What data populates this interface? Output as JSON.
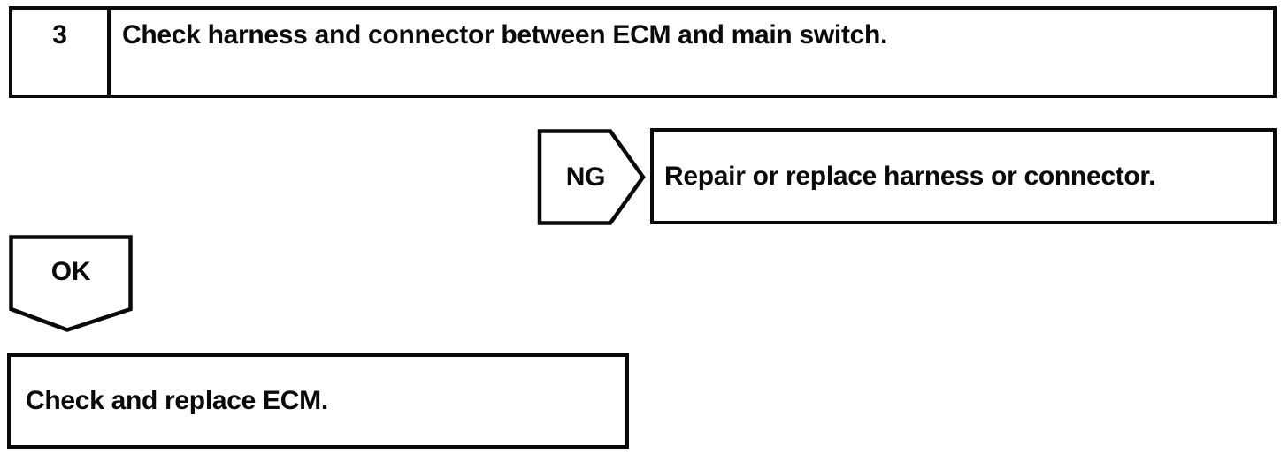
{
  "page": {
    "background_color": "#ffffff",
    "ink_color": "#0a0a0a"
  },
  "flowchart": {
    "step": {
      "number": "3",
      "instruction": "Check harness and connector between ECM and main switch."
    },
    "ng_branch": {
      "label": "NG",
      "action": "Repair or replace harness or connector."
    },
    "ok_branch": {
      "label": "OK",
      "action": "Check and replace ECM."
    }
  }
}
